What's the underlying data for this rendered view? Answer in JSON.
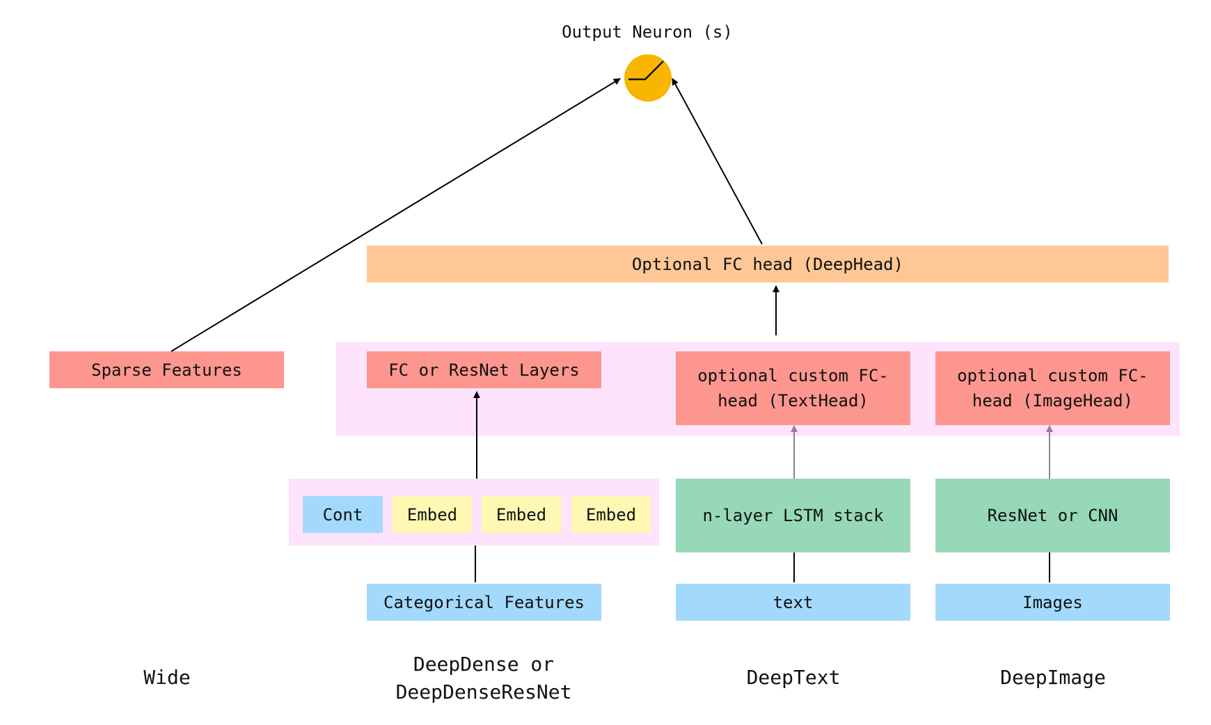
{
  "colors": {
    "sparse": "#fd968f",
    "fc_head": "#ffc796",
    "input": "#a3d9fc",
    "embed": "#fef8b3",
    "model": "#96d8b8",
    "region": "#fde3fb",
    "neuron": "#f8b600",
    "arrow": "#000000",
    "arrow_muted": "#9a7c96"
  },
  "output": {
    "title": "Output Neuron (s)",
    "neuron_icon": "relu-neuron-icon"
  },
  "fc_head": {
    "label": "Optional FC head (DeepHead)"
  },
  "wide": {
    "sparse_label": "Sparse Features",
    "column_label": "Wide"
  },
  "deepdense": {
    "layers_label": "FC or ResNet Layers",
    "cont_label": "Cont",
    "embed_labels": [
      "Embed",
      "Embed",
      "Embed"
    ],
    "input_label": "Categorical Features",
    "column_label": "DeepDense or\nDeepDenseResNet"
  },
  "deeptext": {
    "head_label": "optional custom FC-\nhead (TextHead)",
    "model_label": "n-layer LSTM stack",
    "input_label": "text",
    "column_label": "DeepText"
  },
  "deepimage": {
    "head_label": "optional custom FC-\nhead (ImageHead)",
    "model_label": "ResNet or CNN",
    "input_label": "Images",
    "column_label": "DeepImage"
  }
}
